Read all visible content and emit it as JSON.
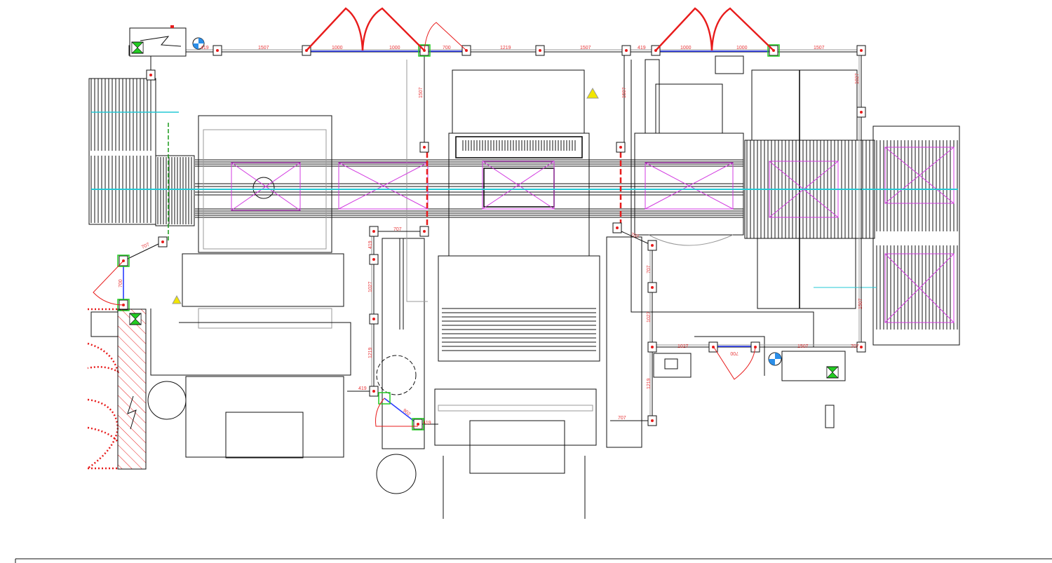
{
  "drawing": {
    "title": "Machine cell safety fence layout",
    "colors": {
      "dimension": "#e8383a",
      "fence_panel": "#2a3cff",
      "door_swing": "#e81c1c",
      "centerline": "#25c9d6",
      "work_envelope": "#d23be0",
      "green_marker": "#22cc22",
      "warning": "#f2e600"
    },
    "dimensions": [
      "419",
      "1507",
      "1000",
      "1000",
      "700",
      "1219",
      "1507",
      "419",
      "1000",
      "1000",
      "1507",
      "1507",
      "1507",
      "1027",
      "707",
      "419",
      "1027",
      "1219",
      "419",
      "902",
      "419",
      "707",
      "707",
      "1027",
      "1219",
      "1027",
      "700",
      "1507",
      "707",
      "1507",
      "707",
      "700",
      "707"
    ],
    "icons": [
      "lightning-warning-sign",
      "emergency-stop-icon",
      "blue-white-reference-marker",
      "green-x-marker",
      "yellow-warning-triangle"
    ]
  }
}
